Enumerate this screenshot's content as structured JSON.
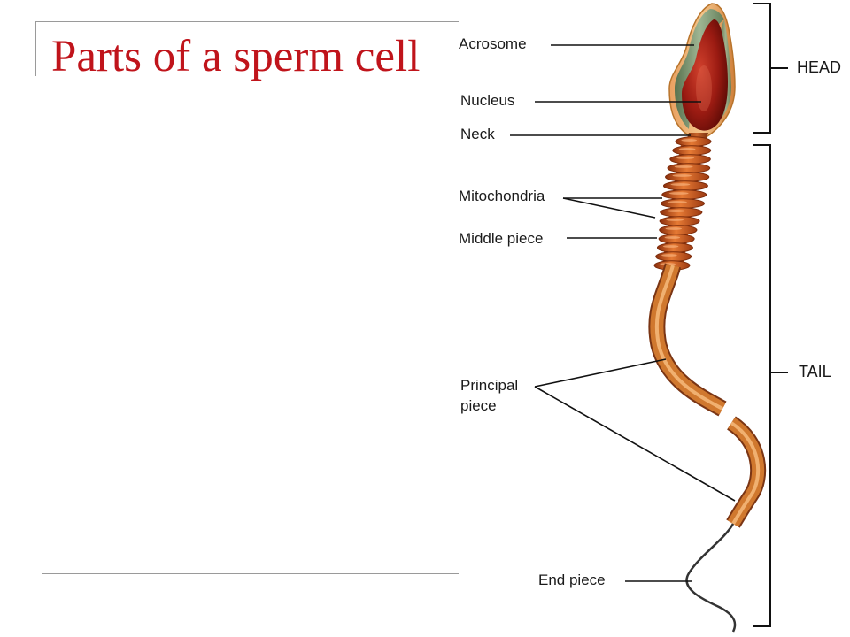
{
  "slide": {
    "title": "Parts of a sperm cell"
  },
  "diagram": {
    "labels": {
      "acrosome": "Acrosome",
      "nucleus": "Nucleus",
      "neck": "Neck",
      "mitochondria": "Mitochondria",
      "middle_piece": "Middle piece",
      "principal_piece": "Principal piece",
      "end_piece": "End piece"
    },
    "regions": {
      "head": "HEAD",
      "tail": "TAIL"
    },
    "colors": {
      "title": "#c0141b",
      "nucleus": "#9b1b12",
      "acrosome_cap": "#6f8f6a",
      "membrane": "#d8902e",
      "midpiece_ring": "#c45a1c",
      "tail": "#c46a26",
      "tail_dark": "#7a3514",
      "leader_line": "#111111"
    }
  }
}
